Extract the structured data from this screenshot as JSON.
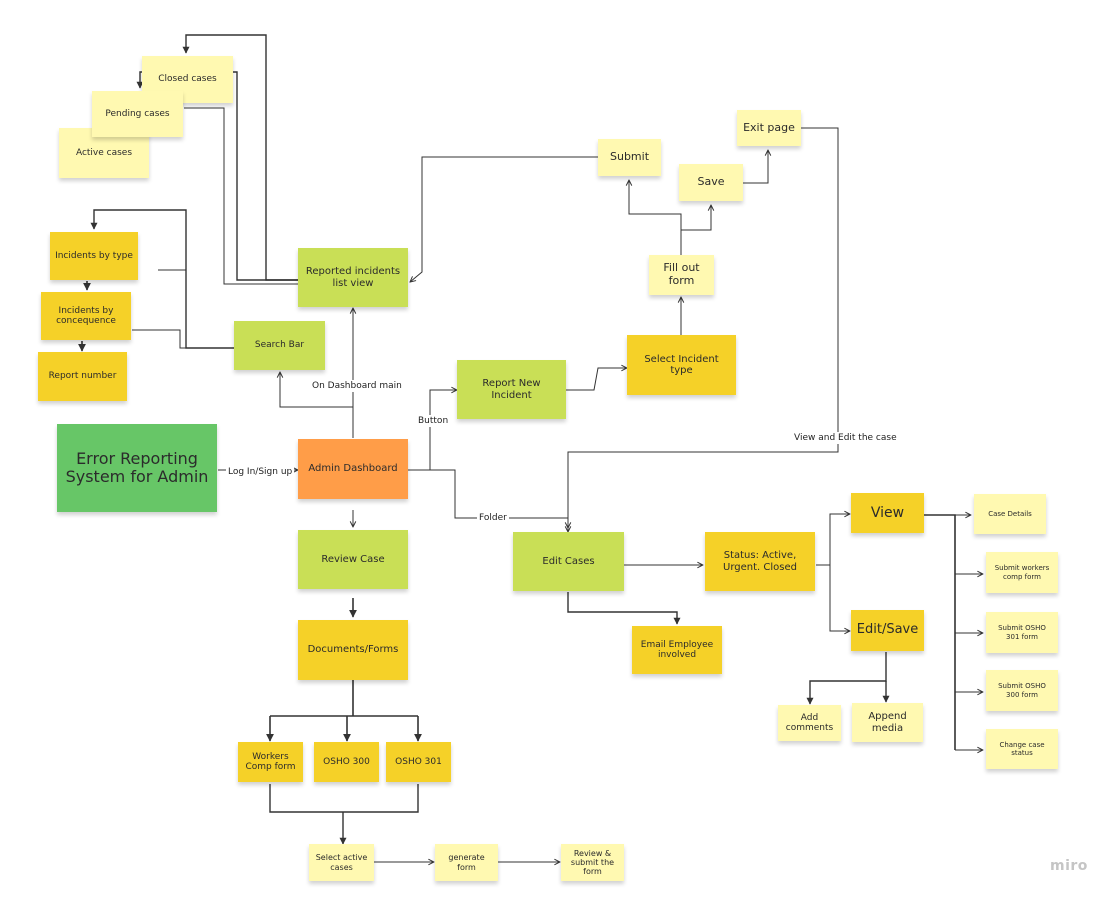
{
  "notes": {
    "title": "Error Reporting System for Admin",
    "admin_dashboard": "Admin Dashboard",
    "reported_list": "Reported incidents list view",
    "closed_cases": "Closed cases",
    "pending_cases": "Pending cases",
    "active_cases": "Active cases",
    "incidents_by_type": "Incidents by type",
    "incidents_by_consequence": "Incidents by concequence",
    "report_number": "Report number",
    "search_bar": "Search Bar",
    "report_new_incident": "Report New Incident",
    "select_incident_type": "Select Incident type",
    "fill_out_form": "Fill out form",
    "submit": "Submit",
    "save": "Save",
    "exit_page": "Exit page",
    "review_case": "Review Case",
    "documents_forms": "Documents/Forms",
    "workers_comp_form": "Workers Comp form",
    "osho_300": "OSHO 300",
    "osho_301": "OSHO 301",
    "select_active_cases": "Select active cases",
    "generate_form": "generate form",
    "review_submit_form": "Review & submit the form",
    "edit_cases": "Edit Cases",
    "email_employee": "Email Employee involved",
    "status": "Status: Active, Urgent. Closed",
    "view": "View",
    "edit_save": "Edit/Save",
    "add_comments": "Add comments",
    "append_media": "Append media",
    "case_details": "Case Details",
    "submit_workers_comp": "Submit workers comp form",
    "submit_osho_301": "Submit OSHO 301 form",
    "submit_osho_300": "Submit OSHO 300 form",
    "change_case_status": "Change case status"
  },
  "labels": {
    "login": "Log In/Sign up",
    "on_dashboard_main": "On Dashboard main",
    "button": "Button",
    "folder": "Folder",
    "view_and_edit": "View and Edit the case"
  },
  "watermark": "miro",
  "colors": {
    "light_yellow": "#fff9b1",
    "yellow": "#f5d128",
    "lime": "#c9df56",
    "green": "#67c667",
    "orange": "#ff9d48",
    "connector": "#333333"
  }
}
